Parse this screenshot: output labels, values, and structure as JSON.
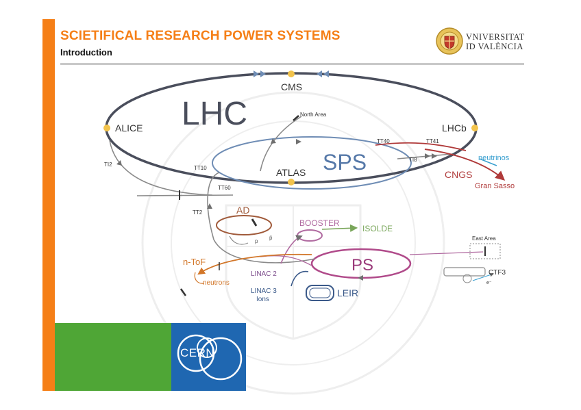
{
  "header": {
    "title": "SCIETIFICAL RESEARCH POWER SYSTEMS",
    "subtitle": "Introduction"
  },
  "logo": {
    "line1": "VNIVERSITAT",
    "line2": "ID VALÈNCIA",
    "icon": "university-seal-icon"
  },
  "diagram": {
    "labels": {
      "lhc": "LHC",
      "cms": "CMS",
      "alice": "ALICE",
      "lhcb": "LHCb",
      "atlas": "ATLAS",
      "sps": "SPS",
      "north_area": "North Area",
      "tt40": "TT40",
      "tt41": "TT41",
      "ti8": "TI8",
      "ti2": "TI2",
      "tt10": "TT10",
      "tt60": "TT60",
      "tt2": "TT2",
      "neutrinos": "neutrinos",
      "cngs": "CNGS",
      "gran_sasso": "Gran Sasso",
      "ad": "AD",
      "booster": "BOOSTER",
      "isolde": "ISOLDE",
      "east_area": "East Area",
      "ps": "PS",
      "ctf3": "CTF3",
      "e_minus": "e⁻",
      "ntof": "n-ToF",
      "neutrons": "neutrons",
      "linac2": "LINAC 2",
      "linac3": "LINAC 3",
      "ions": "Ions",
      "leir": "LEIR",
      "p": "p",
      "pbar": "p̄"
    }
  },
  "footer": {
    "cern": "CERN"
  },
  "colors": {
    "accent": "#f57f17",
    "green": "#4fa636",
    "cern_blue": "#1f67b1",
    "lhc_ring": "#4a4e5c",
    "sps_ring": "#6f8db5",
    "ps_ring": "#b04a8a",
    "cngs": "#b03a3a",
    "isolde": "#79a65a",
    "ntof": "#d2772a"
  }
}
